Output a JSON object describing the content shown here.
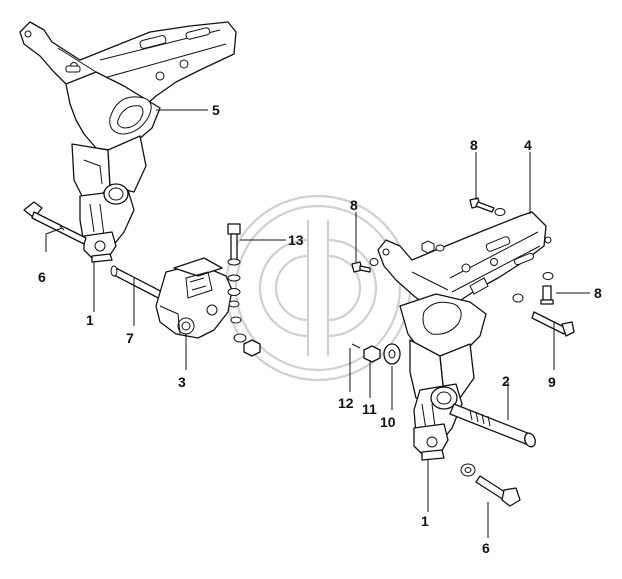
{
  "callouts": [
    {
      "id": "c5",
      "label": "5"
    },
    {
      "id": "c6a",
      "label": "6"
    },
    {
      "id": "c1a",
      "label": "1"
    },
    {
      "id": "c7",
      "label": "7"
    },
    {
      "id": "c13",
      "label": "13"
    },
    {
      "id": "c3",
      "label": "3"
    },
    {
      "id": "c8a",
      "label": "8"
    },
    {
      "id": "c8b",
      "label": "8"
    },
    {
      "id": "c4",
      "label": "4"
    },
    {
      "id": "c8c",
      "label": "8"
    },
    {
      "id": "c9",
      "label": "9"
    },
    {
      "id": "c2",
      "label": "2"
    },
    {
      "id": "c12",
      "label": "12"
    },
    {
      "id": "c11",
      "label": "11"
    },
    {
      "id": "c10",
      "label": "10"
    },
    {
      "id": "c1b",
      "label": "1"
    },
    {
      "id": "c6b",
      "label": "6"
    }
  ],
  "colors": {
    "line": "#111111",
    "watermark": "#d0d0d0",
    "background": "#ffffff"
  }
}
